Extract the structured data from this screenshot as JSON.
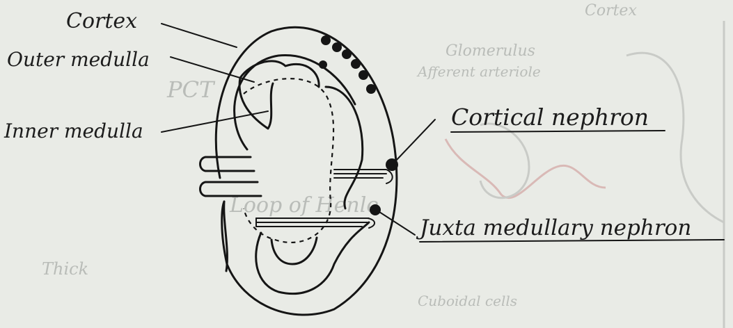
{
  "diagram": {
    "labels": {
      "cortex": "Cortex",
      "outer_medulla": "Outer medulla",
      "inner_medulla": "Inner medulla",
      "cortical_nephron": "Cortical nephron",
      "juxta_nephron": "Juxta medullary nephron"
    },
    "colors": {
      "ink": "#151515",
      "paper": "#e9ebe6",
      "faded_ink": "#b9bcb8",
      "faded_pink": "#d9b9b6"
    }
  },
  "background_text": [
    "Cortex",
    "Glomerulus",
    "Afferent arteriole",
    "PCT",
    "Loop of Henle",
    "Thick",
    "Cuboidal cells"
  ]
}
